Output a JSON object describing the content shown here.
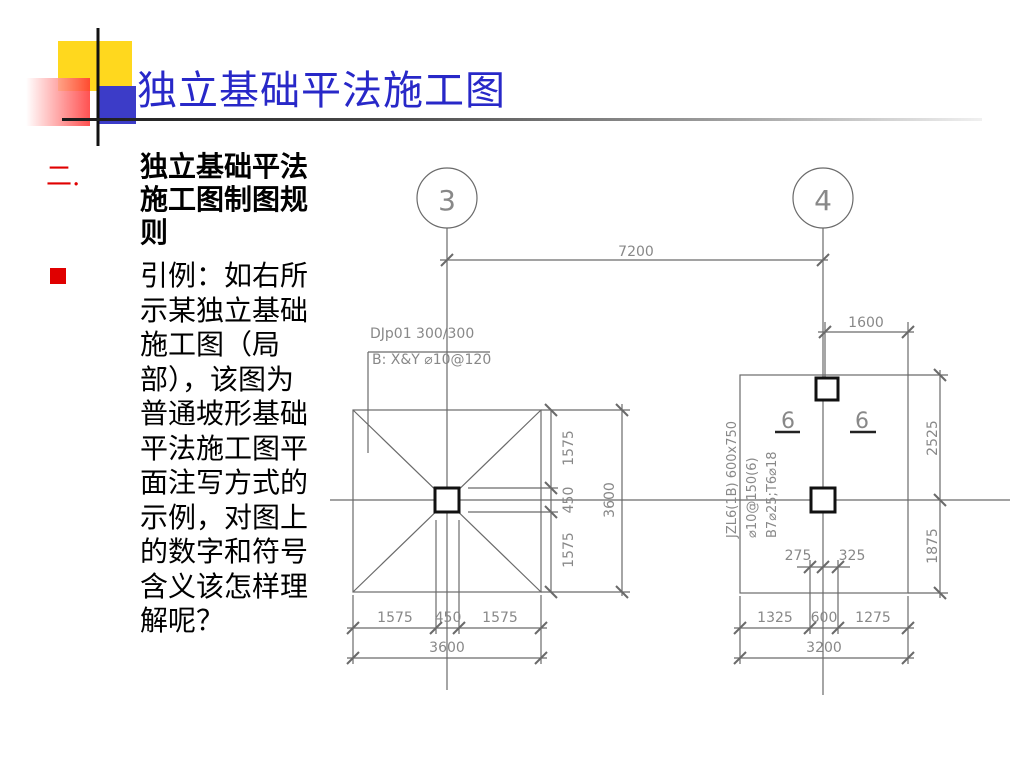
{
  "slide": {
    "title": "独立基础平法施工图",
    "section_number": "二.",
    "section_heading": "独立基础平法施工图制图规则",
    "bullet_text": "引例：如右所示某独立基础施工图（局部），该图为普通坡形基础平法施工图平面注写方式的示例，对图上的数字和符号含义该怎样理解呢？"
  },
  "colors": {
    "title": "#2828c8",
    "accent_red": "#e00000",
    "drawing_gray": "#888888"
  },
  "drawing": {
    "axis_3": "3",
    "axis_4": "4",
    "span_between_axes": "7200",
    "left_footing": {
      "label_line1": "DJp01  300/300",
      "label_line2": "B:  X&Y  ⌀10@120",
      "dim_top_edge": "1575",
      "dim_column": "450",
      "dim_bottom_edge": "1575",
      "dim_total_vertical": "3600",
      "dim_bottom_left": "1575",
      "dim_bottom_mid": "450",
      "dim_bottom_right": "1575",
      "dim_total_horizontal": "3600"
    },
    "right_footing": {
      "dim_top_offset": "1600",
      "section_mark_left": "6",
      "section_mark_right": "6",
      "beam_label_1": "JZL6(1B) 600x750",
      "beam_label_2": "⌀10@150(6)",
      "beam_label_3": "B7⌀25;T6⌀18",
      "dim_right_upper": "2525",
      "dim_right_lower": "1875",
      "dim_col_left": "275",
      "dim_col_right": "325",
      "dim_bottom_left": "1325",
      "dim_bottom_mid": "600",
      "dim_bottom_right": "1275",
      "dim_total_horizontal": "3200"
    }
  }
}
